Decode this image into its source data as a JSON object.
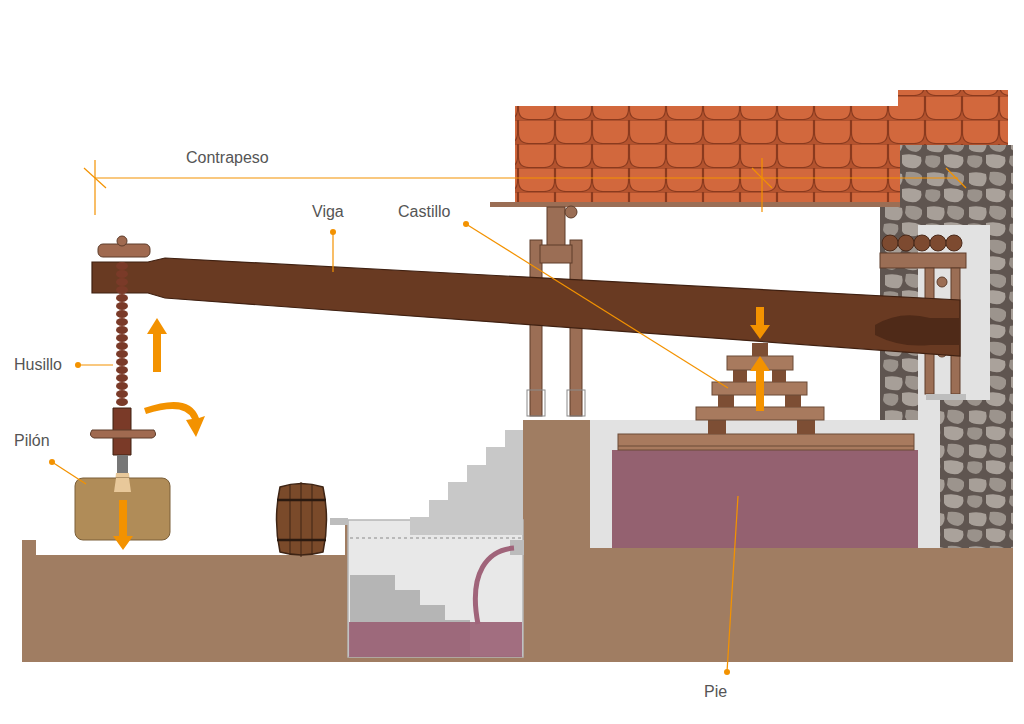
{
  "diagram": {
    "labels": [
      "Contrapeso",
      "Viga",
      "Castillo",
      "Husillo",
      "Pilón",
      "Pie"
    ]
  }
}
